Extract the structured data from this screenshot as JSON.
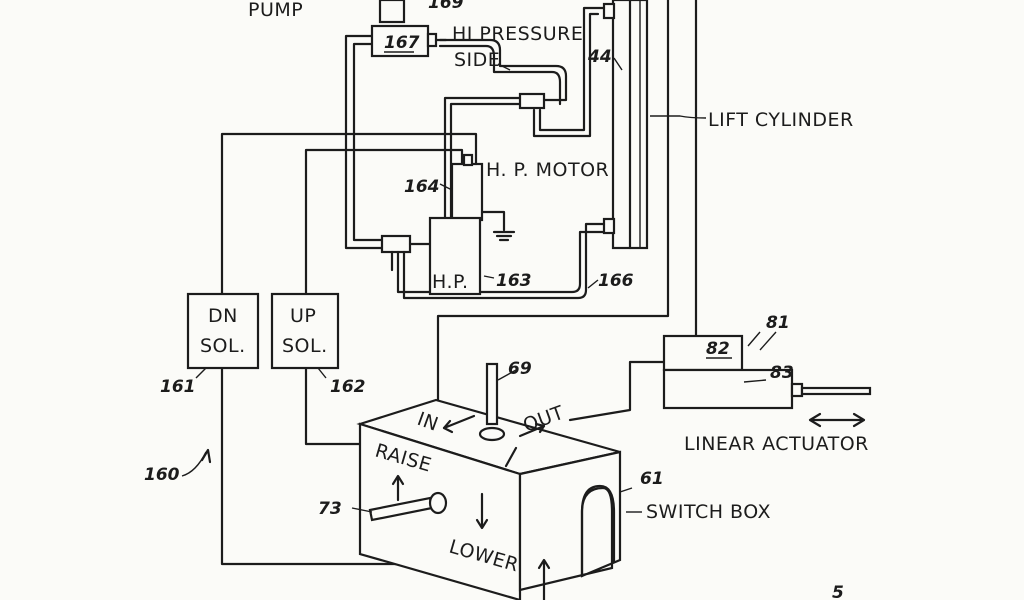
{
  "labels": {
    "pump": "PUMP",
    "hi_pressure": "HI PRESSURE",
    "side": "SIDE",
    "lift_cylinder": "LIFT CYLINDER",
    "hp_motor": "H. P. MOTOR",
    "hp": "H.P.",
    "dn": "DN",
    "dn_sol": "SOL.",
    "up": "UP",
    "up_sol": "SOL.",
    "linear_actuator": "LINEAR ACTUATOR",
    "switch_box": "SWITCH BOX",
    "raise": "RAISE",
    "lower": "LOWER",
    "in": "IN",
    "out": "OUT"
  },
  "refs": {
    "r169": "169",
    "r167": "167",
    "r44": "44",
    "r164": "164",
    "r163": "163",
    "r166": "166",
    "r81": "81",
    "r82": "82",
    "r83": "83",
    "r69": "69",
    "r161": "161",
    "r162": "162",
    "r160": "160",
    "r61": "61",
    "r73": "73",
    "r5": "5"
  }
}
